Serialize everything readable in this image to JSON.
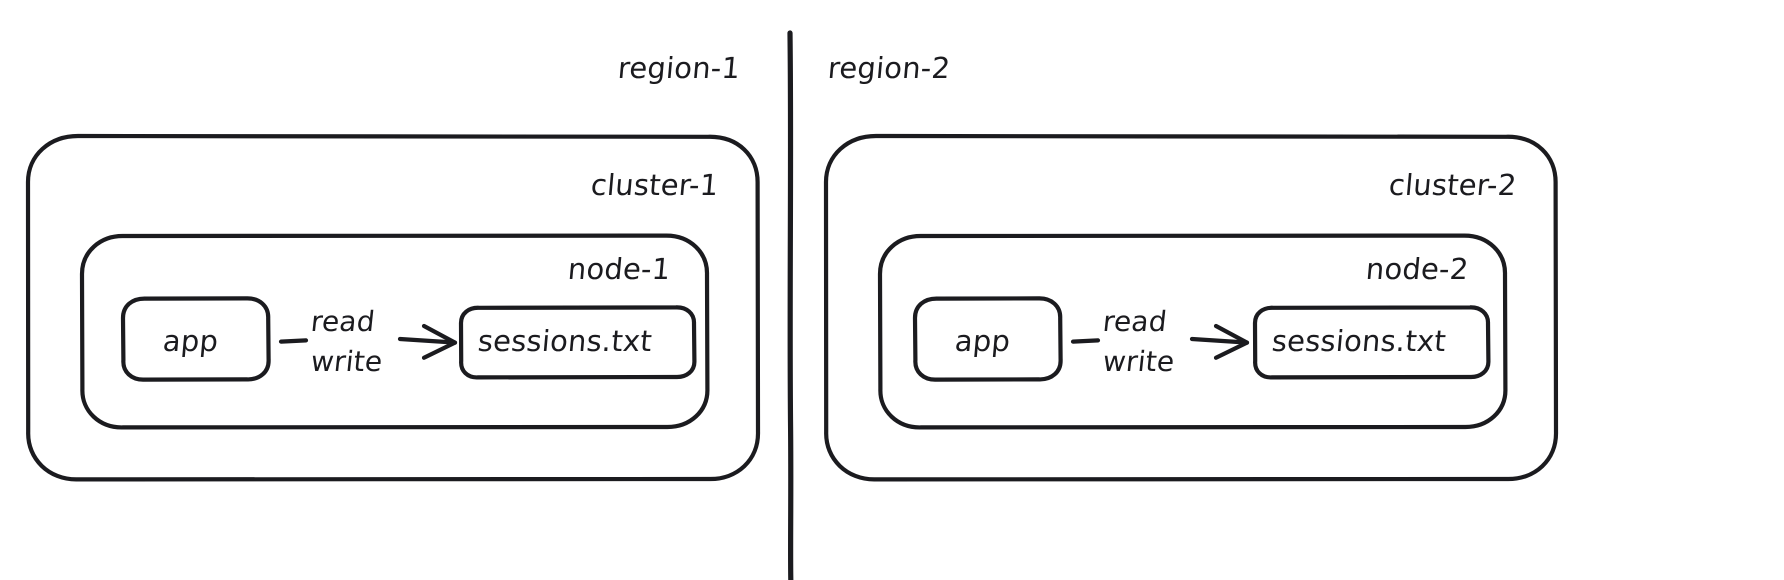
{
  "diagram": {
    "title": "two-region cluster replication diagram",
    "style": "hand-drawn",
    "background": "#ffffff",
    "stroke_color": "#1b1b1f",
    "divider": {
      "name": "region-divider",
      "orientation": "vertical"
    },
    "regions": [
      {
        "id": "region-1",
        "label": "region-1",
        "cluster": {
          "id": "cluster-1",
          "label": "cluster-1",
          "node": {
            "id": "node-1",
            "label": "node-1",
            "app": {
              "label": "app"
            },
            "file": {
              "label": "sessions.txt"
            },
            "edge": {
              "label_top": "read",
              "label_bottom": "write",
              "direction": "app-to-file",
              "arrowhead": "open"
            }
          }
        }
      },
      {
        "id": "region-2",
        "label": "region-2",
        "cluster": {
          "id": "cluster-2",
          "label": "cluster-2",
          "node": {
            "id": "node-2",
            "label": "node-2",
            "app": {
              "label": "app"
            },
            "file": {
              "label": "sessions.txt"
            },
            "edge": {
              "label_top": "read",
              "label_bottom": "write",
              "direction": "app-to-file",
              "arrowhead": "open"
            }
          }
        }
      }
    ]
  }
}
